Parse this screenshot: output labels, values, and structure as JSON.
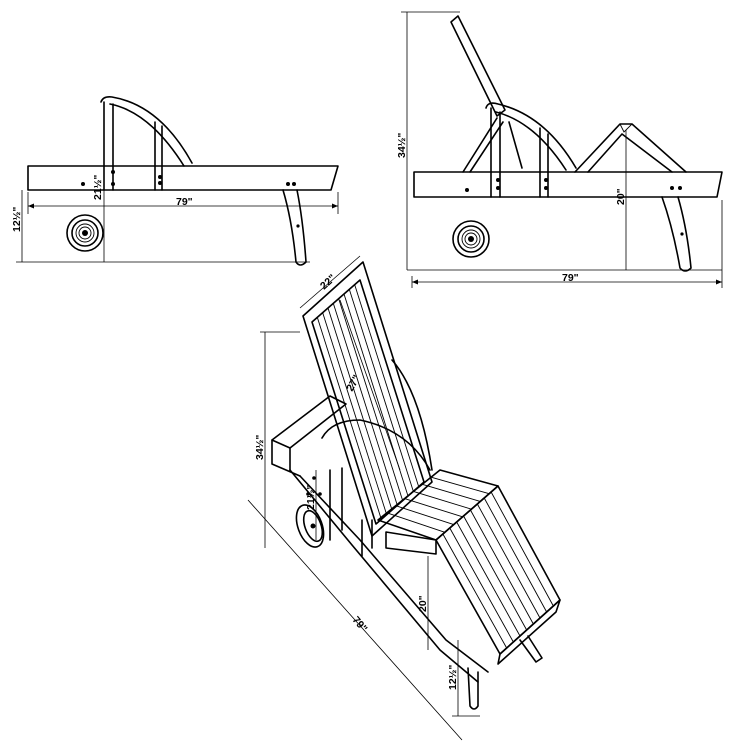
{
  "views": {
    "side_flat": {
      "dims": {
        "length": "79\"",
        "seat_height": "21½\"",
        "wheel_height": "12½\""
      }
    },
    "side_reclined": {
      "dims": {
        "length": "79\"",
        "back_height": "34½\"",
        "leg_height": "20\""
      }
    },
    "iso": {
      "dims": {
        "width": "22\"",
        "back_length": "27\"",
        "back_height": "34½\"",
        "seat_height": "21½\"",
        "length": "79\"",
        "leg_height": "20\"",
        "wheel_height": "12½\""
      }
    }
  },
  "colors": {
    "line": "#000000",
    "background": "#ffffff"
  }
}
